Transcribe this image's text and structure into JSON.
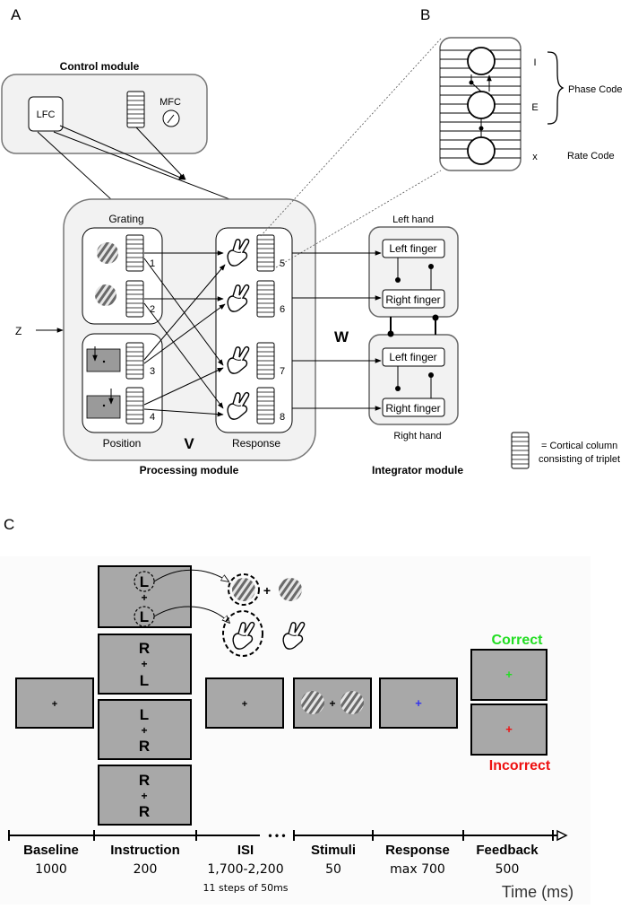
{
  "panels": {
    "a": "A",
    "b": "B",
    "c": "C"
  },
  "control": {
    "title": "Control module",
    "lfc": "LFC",
    "mfc": "MFC"
  },
  "processing": {
    "title": "Processing module",
    "grating": "Grating",
    "position": "Position",
    "response": "Response",
    "v": "V",
    "z": "Z",
    "nums": [
      "1",
      "2",
      "3",
      "4",
      "5",
      "6",
      "7",
      "8"
    ]
  },
  "integrator": {
    "title": "Integrator module",
    "w": "W",
    "left_hand": "Left hand",
    "right_hand": "Right hand",
    "left_finger": "Left finger",
    "right_finger": "Right finger"
  },
  "inset": {
    "i": "I",
    "e": "E",
    "x": "x",
    "phase": "Phase Code",
    "rate": "Rate Code"
  },
  "legend": {
    "line1": "= Cortical column",
    "line2": "consisting of triplet"
  },
  "task": {
    "letter_l": "L",
    "letter_r": "R",
    "plus": "+",
    "instr": [
      [
        "L",
        "L"
      ],
      [
        "R",
        "L"
      ],
      [
        "L",
        "R"
      ],
      [
        "R",
        "R"
      ]
    ],
    "correct": "Correct",
    "incorrect": "Incorrect",
    "colors": {
      "correct": "#22dd22",
      "incorrect": "#ee1111",
      "response_fix": "#3333ee",
      "screen": "#a8a8a8"
    }
  },
  "timeline": {
    "phases": [
      {
        "name": "Baseline",
        "value": "1000"
      },
      {
        "name": "Instruction",
        "value": "200"
      },
      {
        "name": "ISI",
        "value": "1,700-2,200"
      },
      {
        "name": "Stimuli",
        "value": "50"
      },
      {
        "name": "Response",
        "value": "max 700"
      },
      {
        "name": "Feedback",
        "value": "500"
      }
    ],
    "isi_note": "11 steps of 50ms",
    "dots": "• • •",
    "axis_label": "Time (ms)"
  }
}
